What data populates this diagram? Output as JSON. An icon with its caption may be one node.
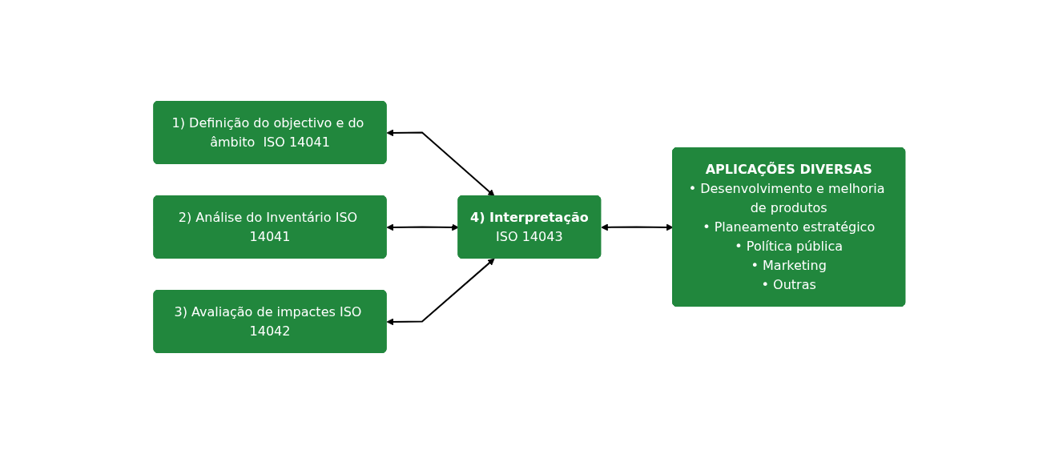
{
  "diagram": {
    "nodes": [
      {
        "text": [
          "1) Definição do objectivo e do âmbito  ISO 14041"
        ]
      },
      {
        "text": [
          "2) Análise do Inventário ISO 14041"
        ]
      },
      {
        "text": [
          "3) Avaliação de impactes ISO 14042"
        ]
      },
      {
        "text": [
          "4) Interpretação",
          "ISO 14043"
        ]
      },
      {
        "text": [
          "APLICAÇÕES DIVERSAS",
          "• Desenvolvimento e melhoria de produtos",
          "• Planeamento estratégico",
          "• Política pública",
          "• Marketing",
          "• Outras"
        ]
      }
    ],
    "edges": [
      {
        "from": 0,
        "to": 3,
        "arrow": "both"
      },
      {
        "from": 1,
        "to": 3,
        "arrow": "both"
      },
      {
        "from": 2,
        "to": 3,
        "arrow": "both"
      },
      {
        "from": 3,
        "to": 4,
        "arrow": "both"
      }
    ]
  }
}
